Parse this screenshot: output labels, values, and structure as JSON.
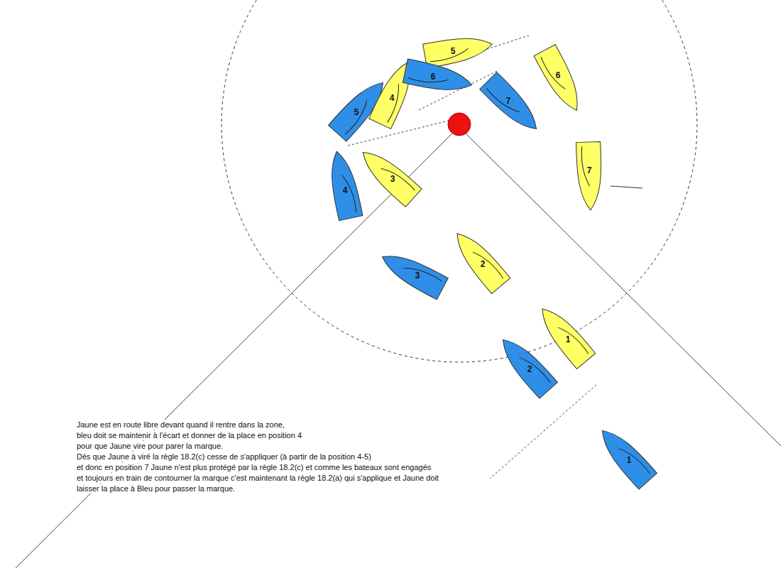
{
  "diagram": {
    "nodes": [
      {
        "text": [
          "1"
        ]
      },
      {
        "text": [
          "1"
        ]
      },
      {
        "text": [
          "2"
        ]
      },
      {
        "text": [
          "2"
        ]
      },
      {
        "text": [
          "3"
        ]
      },
      {
        "text": [
          "3"
        ]
      },
      {
        "text": [
          "4"
        ]
      },
      {
        "text": [
          "5"
        ]
      },
      {
        "text": [
          "4"
        ]
      },
      {
        "text": [
          "5"
        ]
      },
      {
        "text": [
          "6"
        ]
      },
      {
        "text": [
          "7"
        ]
      },
      {
        "text": [
          "6"
        ]
      },
      {
        "text": [
          "7"
        ]
      }
    ],
    "labels": [
      "Jaune est en route libre devant quand il rentre dans la zone,",
      "bleu doit se maintenir à l'écart et donner de la place en position 4",
      "pour que Jaune vire pour parer la marque.",
      "Dès que Jaune à viré la règle 18.2(c) cesse de s'appliquer (à partir de la position 4-5)",
      "et donc en position 7 Jaune n'est plus protégé par la règle 18.2(c) et comme les bateaux sont engagés",
      "et toujours en train de contourner la marque c'est maintenant la règle 18.2(a) qui s'applique et Jaune doit",
      "laisser la place à Bleu pour passer la marque."
    ]
  }
}
